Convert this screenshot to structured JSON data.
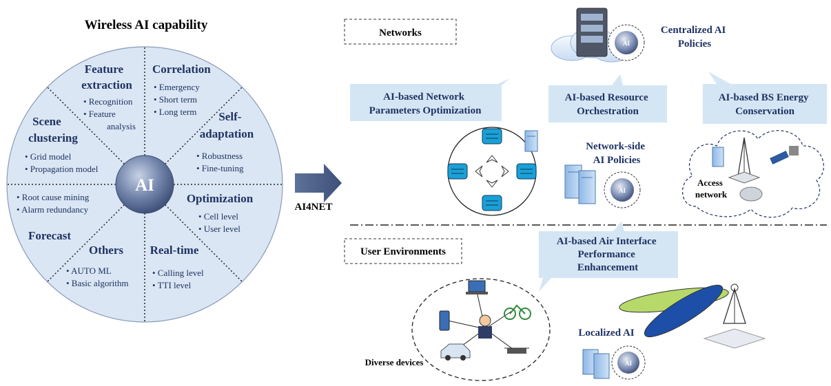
{
  "left": {
    "title": "Wireless AI capability",
    "center": "AI",
    "sectors": [
      {
        "title_lines": [
          "Feature",
          "extraction"
        ],
        "items": [
          "• Recognition",
          "• Feature",
          "analysis"
        ]
      },
      {
        "title_lines": [
          "Correlation"
        ],
        "items": [
          "• Emergency",
          "• Short term",
          "• Long term"
        ]
      },
      {
        "title_lines": [
          "Self-",
          "adaptation"
        ],
        "items": [
          "• Robustness",
          "• Fine-tuning"
        ]
      },
      {
        "title_lines": [
          "Optimization"
        ],
        "items": [
          "• Cell level",
          "• User level"
        ]
      },
      {
        "title_lines": [
          "Real-time"
        ],
        "items": [
          "• Calling level",
          "• TTI level"
        ]
      },
      {
        "title_lines": [
          "Others"
        ],
        "items": [
          "• AUTO ML",
          "• Basic algorithm"
        ]
      },
      {
        "title_lines": [
          "Forecast"
        ],
        "items": [
          "• Root cause mining",
          "• Alarm redundancy"
        ]
      },
      {
        "title_lines": [
          "Scene",
          "clustering"
        ],
        "items": [
          "• Grid model",
          "• Propagation model"
        ]
      }
    ]
  },
  "arrow_label": "AI4NET",
  "networks": {
    "label": "Networks",
    "centralized_ai": [
      "Centralized AI",
      "Policies"
    ],
    "param_opt": [
      "AI-based Network",
      "Parameters Optimization"
    ],
    "resource_orch": [
      "AI-based Resource",
      "Orchestration"
    ],
    "bs_energy": [
      "AI-based BS Energy",
      "Conservation"
    ],
    "network_side": [
      "Network-side",
      "AI Policies"
    ],
    "access_network": [
      "Access",
      "network"
    ],
    "ai_badge": "AI"
  },
  "user_env": {
    "label": "User Environments",
    "air_interface": [
      "AI-based Air Interface",
      "Performance",
      "Enhancement"
    ],
    "localized_ai": "Localized AI",
    "diverse_devices": "Diverse devices"
  },
  "colors": {
    "sector_fill": "#dae6f3",
    "callout_fill": "#d4e6f4",
    "title_color": "#1f3263",
    "node_fill": "#1aa0d8",
    "arrow_fill": "#4a6189"
  }
}
